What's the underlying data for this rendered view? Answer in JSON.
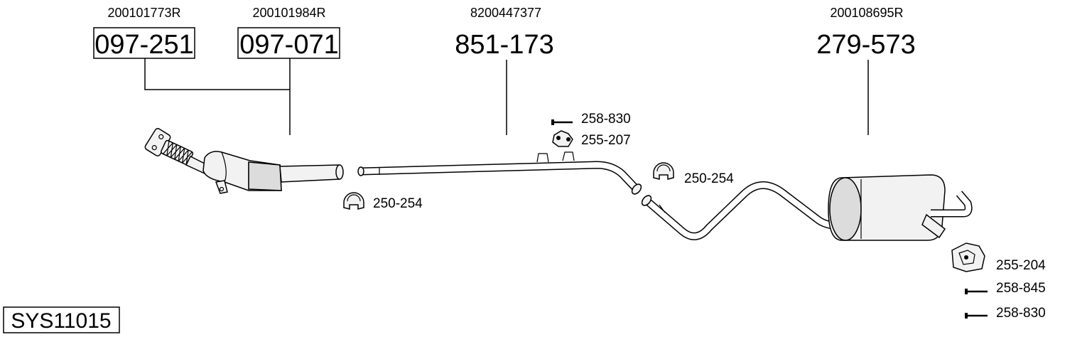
{
  "diagram_id": "SYS11015",
  "oe_refs": {
    "cat1": "200101773R",
    "cat2": "200101984R",
    "middle": "8200447377",
    "rear": "200108695R"
  },
  "parts": {
    "cat1": "097-251",
    "cat2": "097-071",
    "middle": "851-173",
    "rear": "279-573"
  },
  "hardware": {
    "bolt_top": "258-830",
    "rubber_top": "255-207",
    "clamp_front": "250-254",
    "clamp_mid": "250-254",
    "hanger_rear": "255-204",
    "bolt_rear_1": "258-845",
    "bolt_rear_2": "258-830"
  },
  "colors": {
    "line": "#000000",
    "fill": "#f2f2f2",
    "background": "#ffffff"
  }
}
